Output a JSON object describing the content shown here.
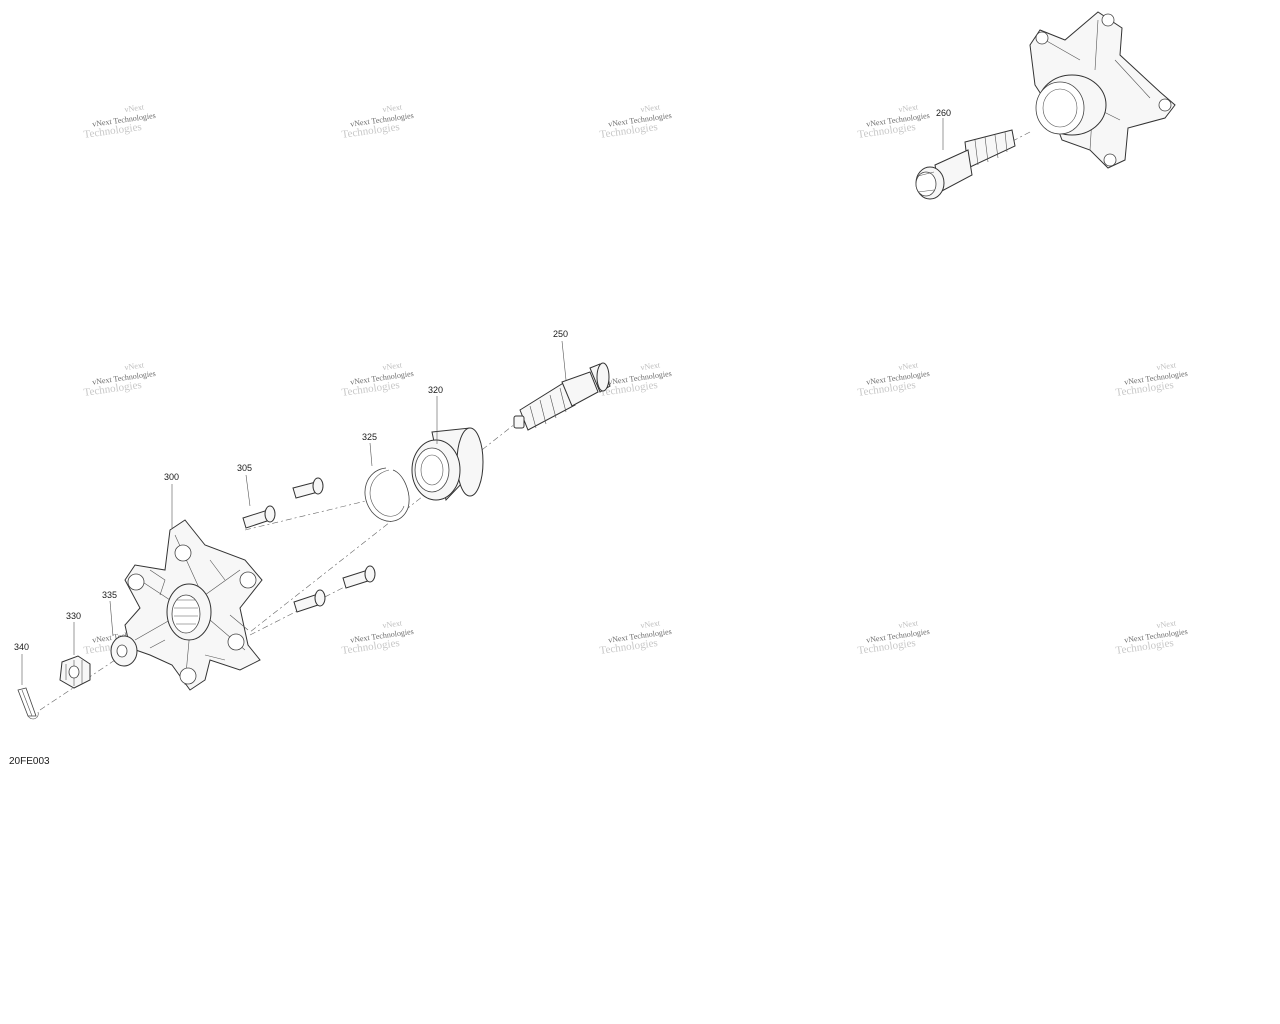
{
  "callouts": {
    "p250": "250",
    "p260": "260",
    "p300": "300",
    "p305": "305",
    "p320": "320",
    "p325": "325",
    "p330": "330",
    "p335": "335",
    "p340": "340"
  },
  "figure_id": "20FE003",
  "watermark": {
    "line_top": "vNext",
    "line_mid": "vNext Technologies",
    "line_bottom": "Technologies"
  }
}
